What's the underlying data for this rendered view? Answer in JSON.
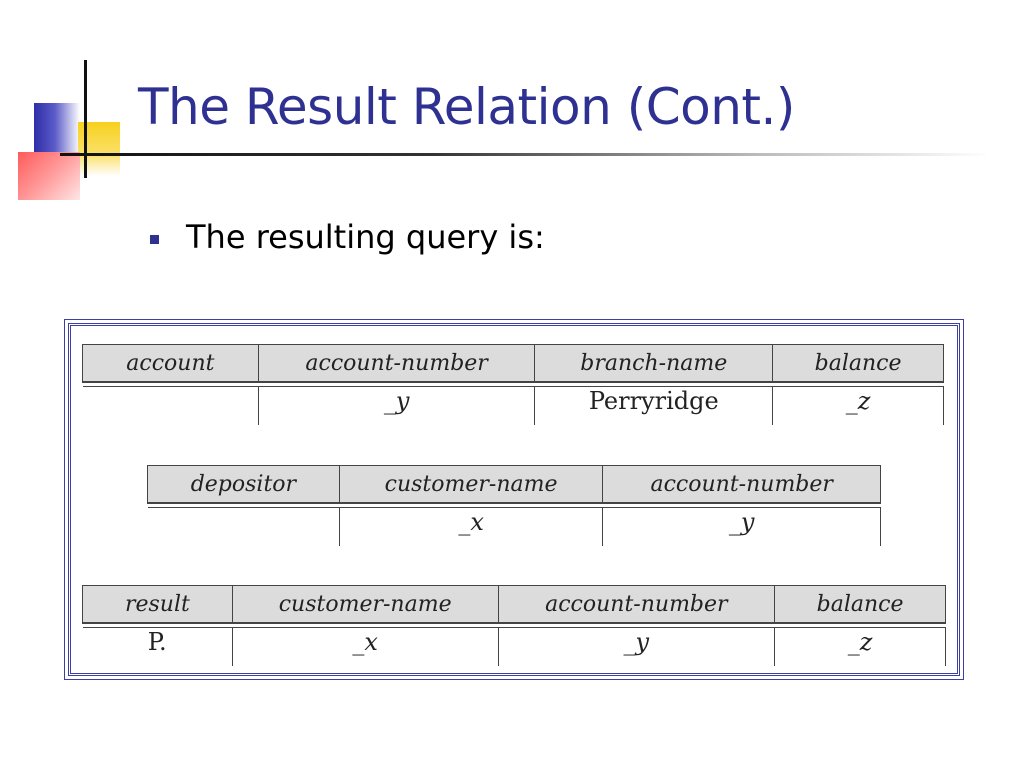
{
  "slide": {
    "title": "The Result Relation (Cont.)",
    "bullet": "The resulting query is:"
  },
  "tables": {
    "account": {
      "headers": [
        "account",
        "account-number",
        "branch-name",
        "balance"
      ],
      "row": [
        "",
        "_y",
        "Perryridge",
        "_z"
      ]
    },
    "depositor": {
      "headers": [
        "depositor",
        "customer-name",
        "account-number"
      ],
      "row": [
        "",
        "_x",
        "_y"
      ]
    },
    "result": {
      "headers": [
        "result",
        "customer-name",
        "account-number",
        "balance"
      ],
      "row": [
        "P.",
        "_x",
        "_y",
        "_z"
      ]
    }
  },
  "colors": {
    "title": "#2e3192",
    "frame": "#3b3fa3",
    "header_bg": "#dcdcdc"
  }
}
